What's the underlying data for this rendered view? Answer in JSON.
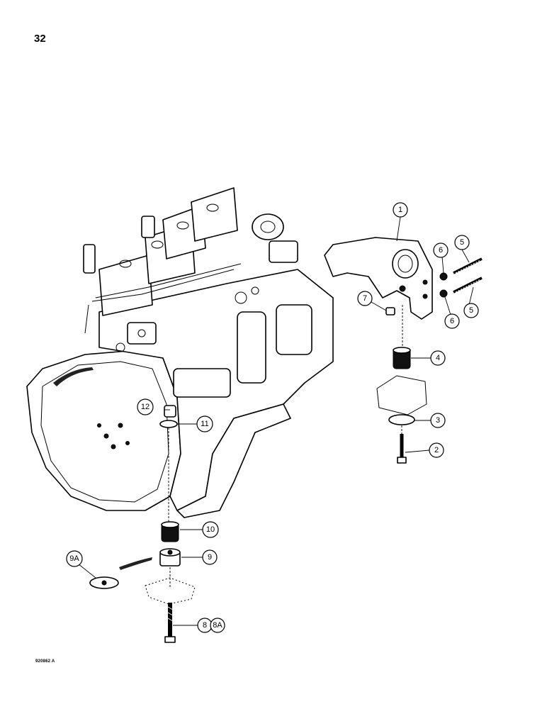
{
  "page": {
    "number": "32",
    "figure_code": "920862 A"
  },
  "callouts": [
    {
      "id": "c1",
      "label": "1"
    },
    {
      "id": "c2",
      "label": "2"
    },
    {
      "id": "c3",
      "label": "3"
    },
    {
      "id": "c4",
      "label": "4"
    },
    {
      "id": "c5a",
      "label": "5"
    },
    {
      "id": "c5b",
      "label": "5"
    },
    {
      "id": "c6a",
      "label": "6"
    },
    {
      "id": "c6b",
      "label": "6"
    },
    {
      "id": "c7",
      "label": "7"
    },
    {
      "id": "c8",
      "label": "8"
    },
    {
      "id": "c8A",
      "label": "8A"
    },
    {
      "id": "c9",
      "label": "9"
    },
    {
      "id": "c9A",
      "label": "9A"
    },
    {
      "id": "c10",
      "label": "10"
    },
    {
      "id": "c11",
      "label": "11"
    },
    {
      "id": "c12",
      "label": "12"
    }
  ]
}
